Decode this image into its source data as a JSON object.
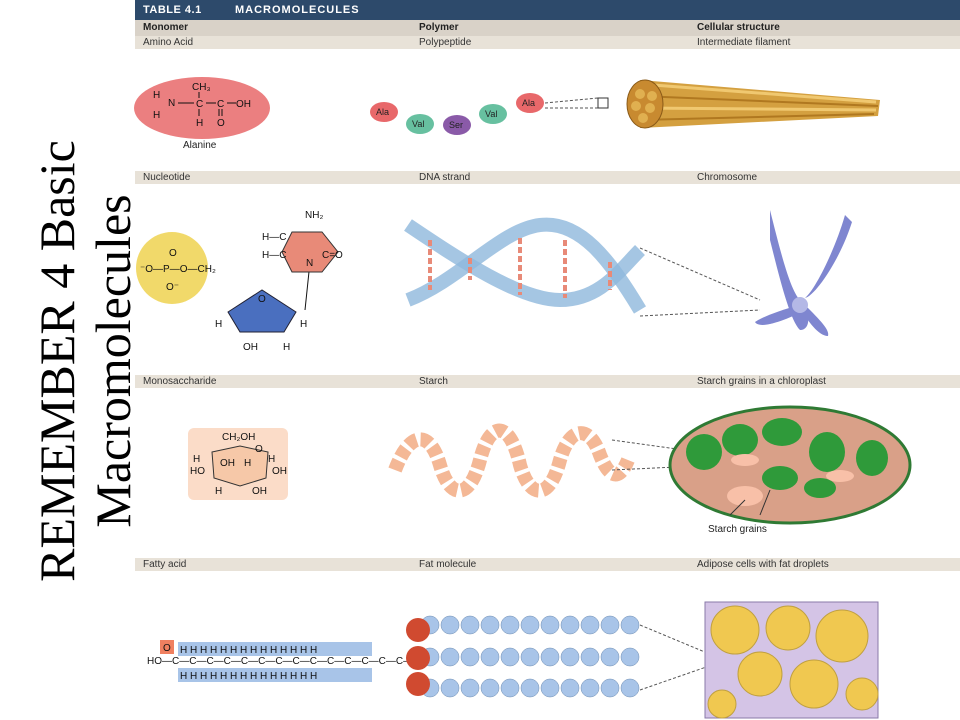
{
  "table": {
    "number": "TABLE 4.1",
    "name": "MACROMOLECULES"
  },
  "columns": {
    "monomer": "Monomer",
    "polymer": "Polymer",
    "structure": "Cellular structure"
  },
  "rows": [
    {
      "monomer": "Amino Acid",
      "polymer": "Polypeptide",
      "structure": "Intermediate filament"
    },
    {
      "monomer": "Nucleotide",
      "polymer": "DNA strand",
      "structure": "Chromosome"
    },
    {
      "monomer": "Monosaccharide",
      "polymer": "Starch",
      "structure": "Starch grains in a chloroplast"
    },
    {
      "monomer": "Fatty acid",
      "polymer": "Fat molecule",
      "structure": "Adipose cells with fat droplets"
    }
  ],
  "title": "REMEMBER 4 Basic Macromolecules",
  "labels": {
    "alanine": "Alanine",
    "starch_grains": "Starch grains"
  },
  "amino_acids": [
    "Ala",
    "Val",
    "Ser",
    "Val",
    "Ala"
  ],
  "colors": {
    "header": "#2d4a6b",
    "row_band": "#e8e2d8",
    "amino": "#e8686a",
    "phosphate": "#f1d96a",
    "sugar": "#4a6fbf",
    "chromosome": "#7f86d0",
    "chloroplast": "#2f9a3a",
    "fat": "#f0c850"
  }
}
